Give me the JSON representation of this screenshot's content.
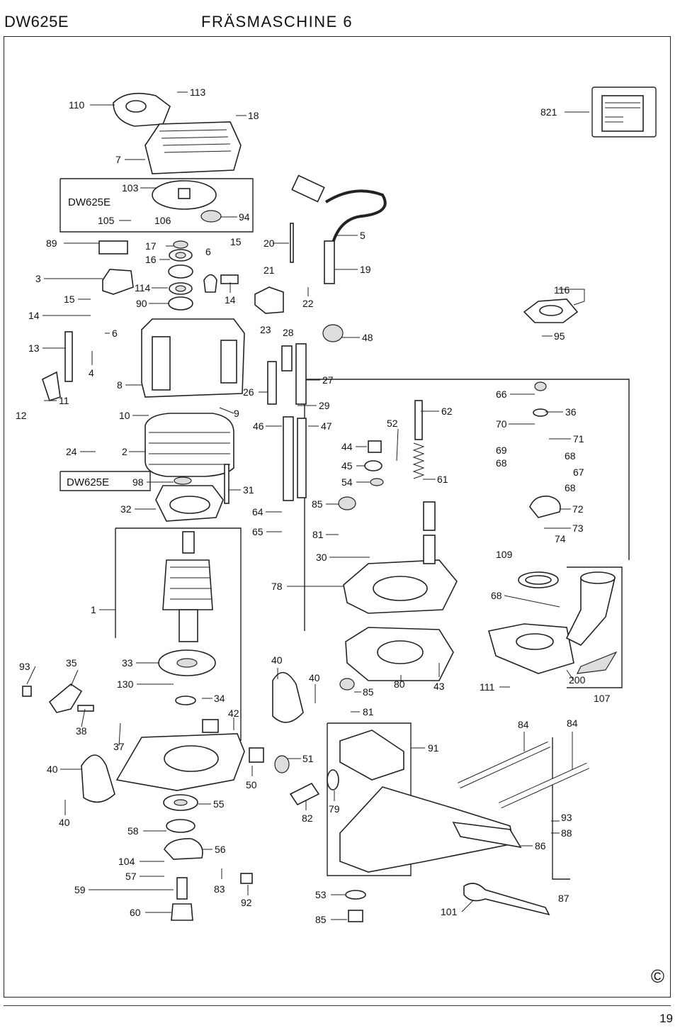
{
  "header": {
    "model": "DW625E",
    "title": "FRÄSMASCHINE 6"
  },
  "variant_labels": [
    "DW625E",
    "DW625E"
  ],
  "footer": {
    "copyright": "©",
    "page_number": "19"
  },
  "part_labels": [
    "110",
    "113",
    "18",
    "821",
    "7",
    "103",
    "105",
    "106",
    "94",
    "89",
    "17",
    "16",
    "6",
    "15",
    "20",
    "21",
    "5",
    "19",
    "3",
    "15",
    "114",
    "90",
    "14",
    "22",
    "116",
    "14",
    "23",
    "28",
    "48",
    "95",
    "13",
    "6",
    "4",
    "27",
    "8",
    "26",
    "29",
    "66",
    "36",
    "12",
    "11",
    "10",
    "9",
    "46",
    "47",
    "52",
    "62",
    "70",
    "71",
    "24",
    "2",
    "44",
    "69",
    "68",
    "45",
    "68",
    "67",
    "54",
    "61",
    "98",
    "31",
    "68",
    "32",
    "64",
    "85",
    "72",
    "65",
    "81",
    "73",
    "74",
    "30",
    "109",
    "78",
    "68",
    "1",
    "93",
    "35",
    "33",
    "40",
    "40",
    "130",
    "85",
    "80",
    "43",
    "111",
    "200",
    "34",
    "107",
    "42",
    "81",
    "38",
    "84",
    "84",
    "37",
    "91",
    "51",
    "40",
    "50",
    "55",
    "79",
    "93",
    "40",
    "82",
    "58",
    "88",
    "56",
    "86",
    "104",
    "57",
    "59",
    "83",
    "53",
    "87",
    "92",
    "60",
    "101",
    "85"
  ]
}
